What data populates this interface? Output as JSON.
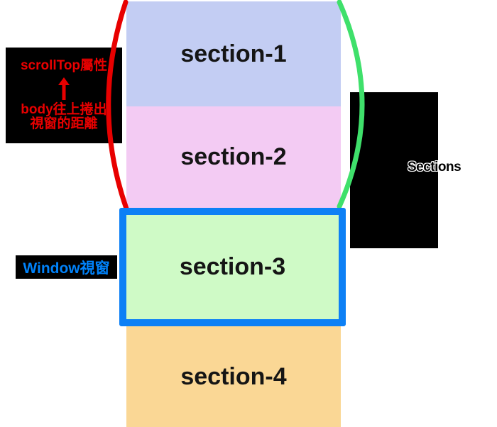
{
  "diagram": {
    "sections": [
      {
        "label": "section-1",
        "fill": "#c3cdf3"
      },
      {
        "label": "section-2",
        "fill": "#f3cbf3"
      },
      {
        "label": "section-3",
        "fill": "#cffac6",
        "border": "#0d80f5"
      },
      {
        "label": "section-4",
        "fill": "#fad795"
      }
    ],
    "annotations": {
      "scrolltop_note": {
        "title": "scrollTop屬性",
        "arrow_icon": "up-arrow",
        "line1": "body往上捲出",
        "line2": "視窗的距離",
        "text_color": "#e80000",
        "bg_color": "#000000"
      },
      "window_note": {
        "label": "Window視窗",
        "text_color": "#0082fa",
        "bg_color": "#000000"
      },
      "sections_note": {
        "label": "Sections",
        "text_color": "#000000",
        "outline_color": "#ffffff",
        "bg_color": "#000000"
      }
    },
    "brackets": {
      "left": {
        "color": "#e80000"
      },
      "right": {
        "color": "#3fe06b"
      }
    }
  }
}
